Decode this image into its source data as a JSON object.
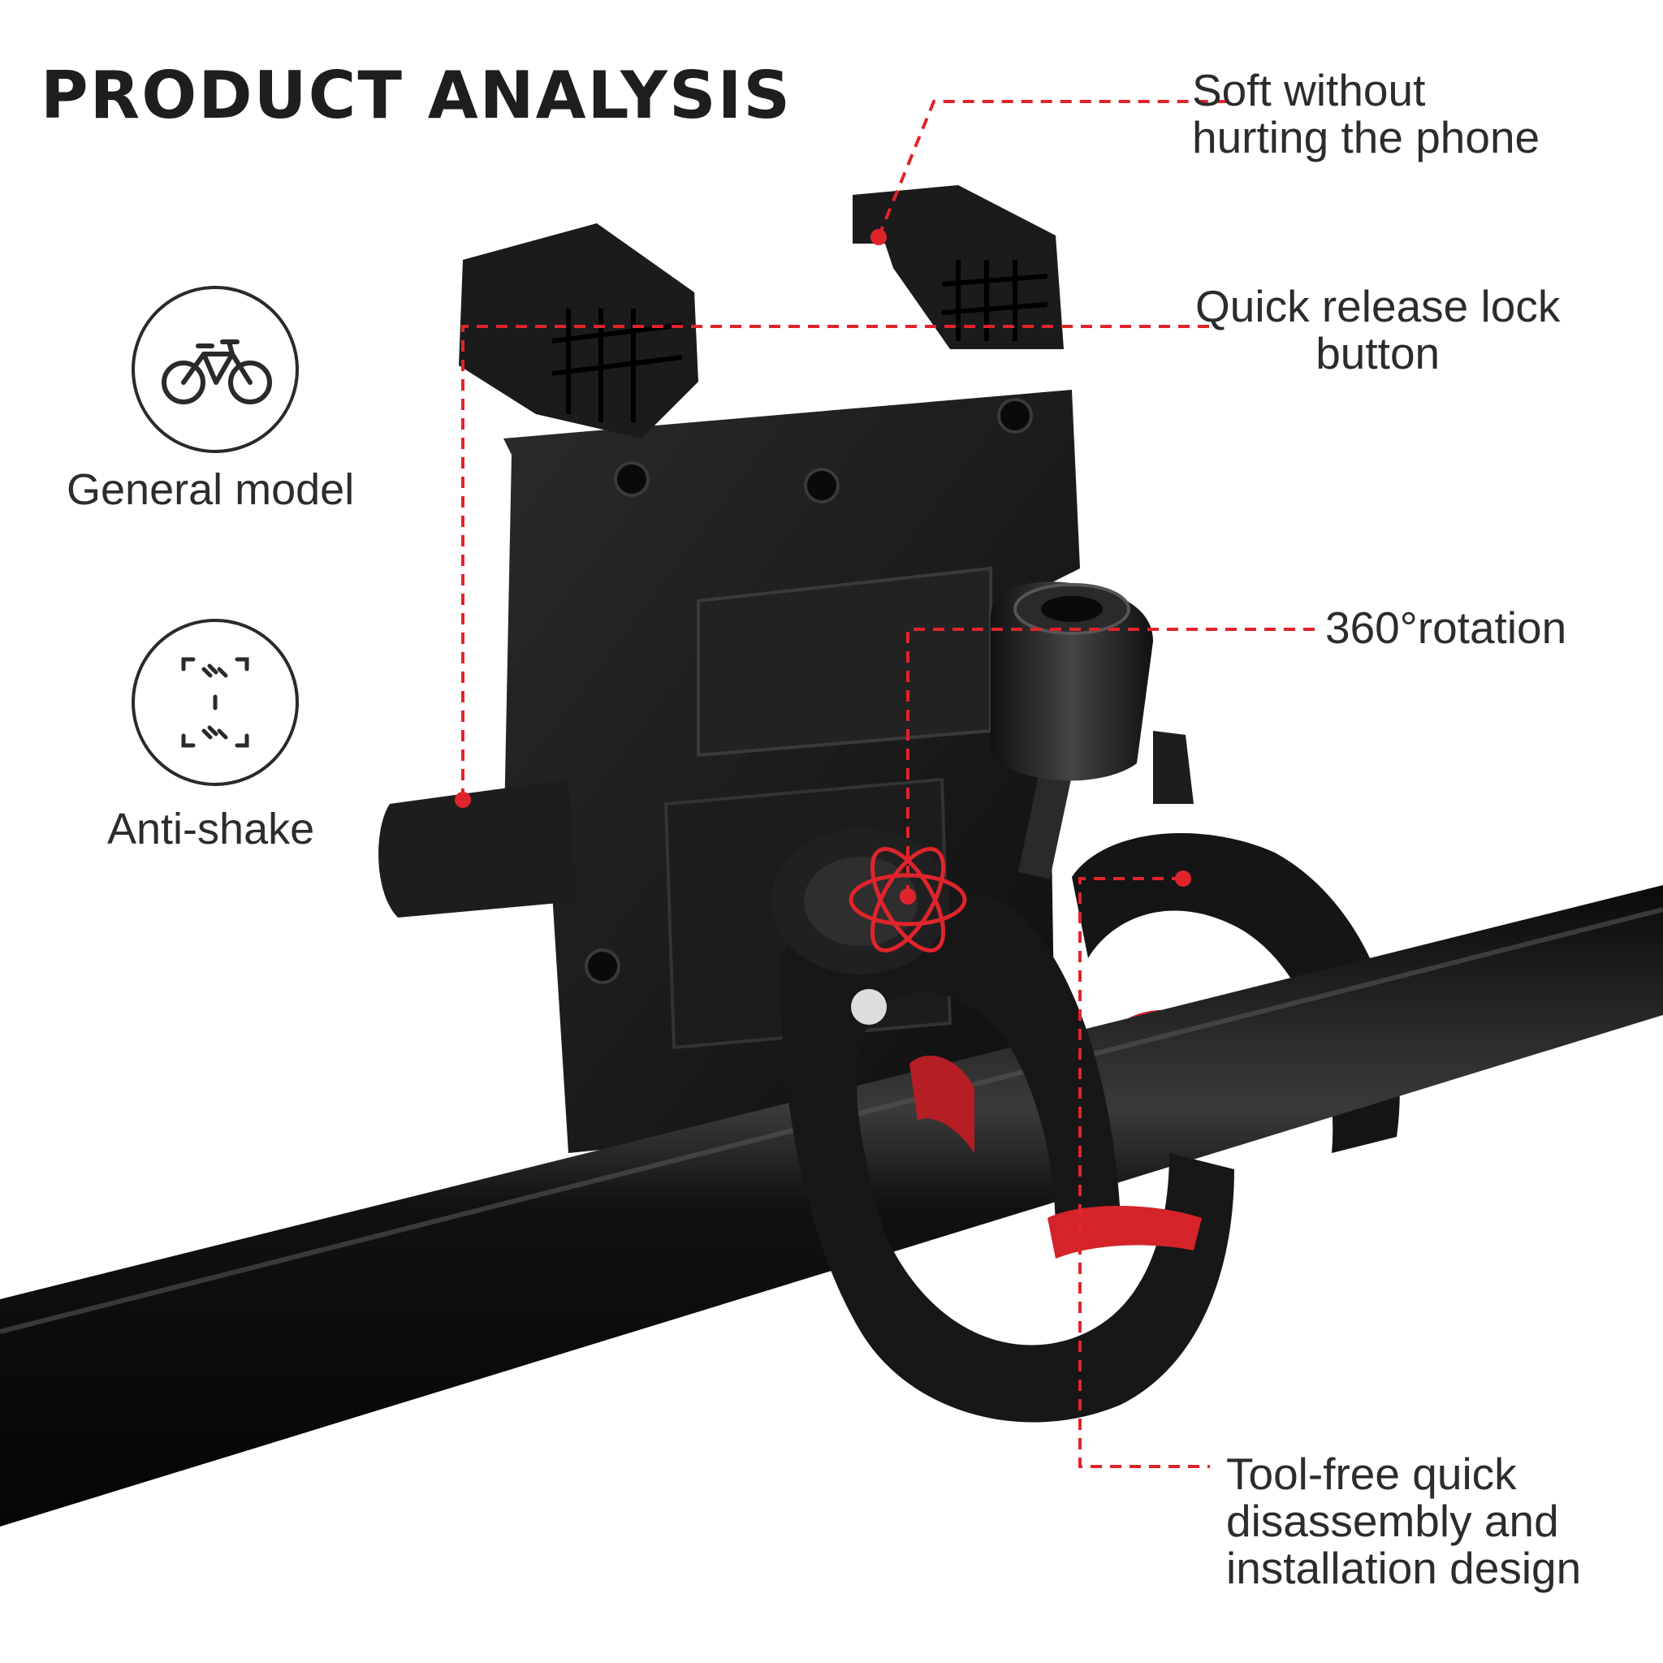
{
  "title": "PRODUCT ANALYSIS",
  "features": [
    {
      "label": "General model",
      "icon": "bicycle-icon"
    },
    {
      "label": "Anti-shake",
      "icon": "anti-shake-icon"
    }
  ],
  "callouts": {
    "soft": [
      "Soft without",
      "hurting the phone"
    ],
    "quick_release": [
      "Quick release lock",
      "button"
    ],
    "rotation": "360°rotation",
    "tool_free": [
      "Tool-free quick",
      "disassembly and",
      "installation design"
    ]
  },
  "colors": {
    "accent": "#e0242b",
    "product": "#1a1a1a",
    "text": "#2c2c2c"
  }
}
